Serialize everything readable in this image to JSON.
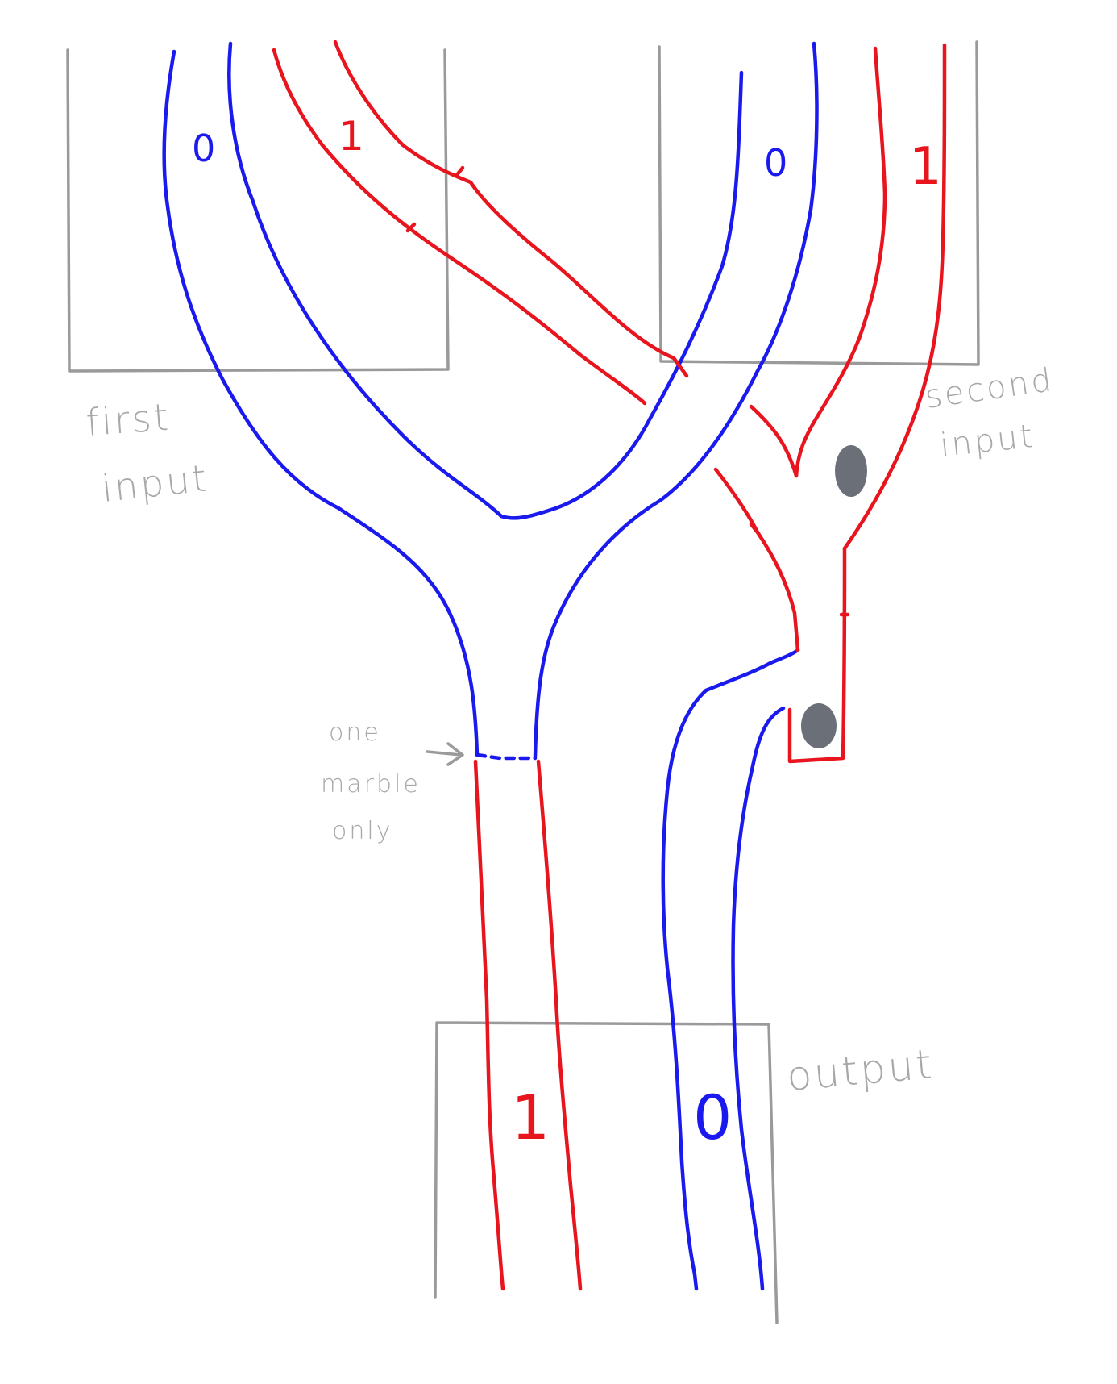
{
  "labels": {
    "first_input": "first input",
    "first_input_line1": "first",
    "first_input_line2": "input",
    "second_input_line1": "second",
    "second_input_line2": "input",
    "output": "output",
    "one_marble_line1": "one",
    "one_marble_line2": "marble",
    "one_marble_line3": "only"
  },
  "channel_values": {
    "first_input_zero": "0",
    "first_input_one": "1",
    "second_input_zero": "0",
    "second_input_one": "1",
    "output_one": "1",
    "output_zero": "0"
  },
  "colors": {
    "zero_channel": "#1a1aee",
    "one_channel": "#e8141e",
    "pencil": "#9a9a9a",
    "marble": "#6b6f78"
  }
}
